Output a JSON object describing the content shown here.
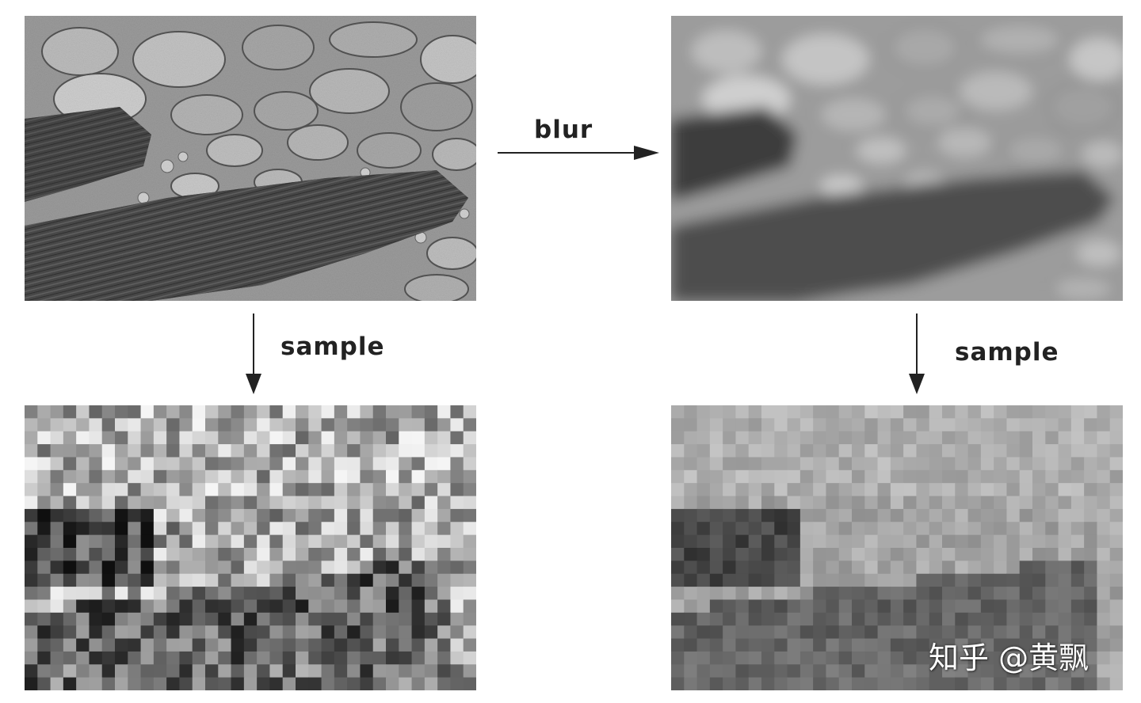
{
  "labels": {
    "blur": "blur",
    "sample_left": "sample",
    "sample_right": "sample"
  },
  "watermark": "知乎 @黄飘",
  "panels": [
    {
      "id": "original",
      "description_name": "original-image"
    },
    {
      "id": "blurred",
      "description_name": "blurred-image"
    },
    {
      "id": "sampled",
      "description_name": "sampled-image"
    },
    {
      "id": "blur-sampled",
      "description_name": "blurred-sampled-image"
    }
  ],
  "colors": {
    "arrow": "#222222",
    "background": "#ffffff"
  }
}
